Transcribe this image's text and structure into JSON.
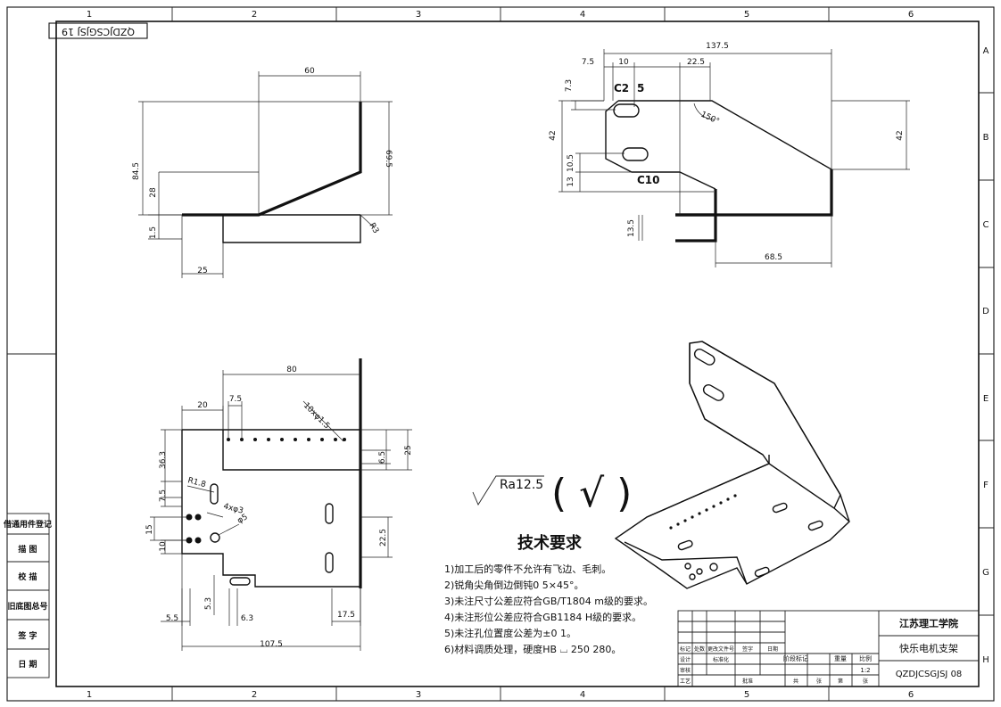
{
  "drawing_code_rotated": "QZDJCSGJSJ 19",
  "zone_columns": [
    "1",
    "2",
    "3",
    "4",
    "5",
    "6"
  ],
  "zone_rows": [
    "A",
    "B",
    "C",
    "D",
    "E",
    "F",
    "G",
    "H"
  ],
  "side_labels": [
    "借通用件登记",
    "描 图",
    "校 描",
    "旧底图总号",
    "签 字",
    "日 期"
  ],
  "front_view_dims": {
    "top_width": "60",
    "overall_height": "84.5",
    "right_height": "69.5",
    "slope_height": "28",
    "thickness": "1.5",
    "flange": "25",
    "radius": "R3"
  },
  "side_view_dims": {
    "overall": "137.5",
    "d7_5": "7.5",
    "d10": "10",
    "d22_5": "22.5",
    "d7_3": "7.3",
    "chamfer_c2": "C2",
    "slot_count": "5",
    "angle": "150°",
    "left_42": "42",
    "right_42": "42",
    "d10_5": "10.5",
    "d13": "13",
    "chamfer_c10": "C10",
    "d13_5": "13.5",
    "d68_5": "68.5"
  },
  "plan_view_dims": {
    "d80": "80",
    "d20": "20",
    "d7_5": "7.5",
    "holes": "10xφ1.5",
    "d36_3": "36.3",
    "d25": "25",
    "d6_5": "6.5",
    "r1_8": "R1.8",
    "hole_4": "4xφ3",
    "phi5": "φ5",
    "d7_5b": "7.5",
    "d15": "15",
    "d10": "10",
    "d22_5": "22.5",
    "d5_3": "5.3",
    "d5_5": "5.5",
    "d6_3": "6.3",
    "d17_5": "17.5",
    "d107_5": "107.5"
  },
  "surface_finish": "Ra12.5",
  "surface_check": "( √ )",
  "tech_title": "技术要求",
  "tech_items": [
    "1)加工后的零件不允许有飞边、毛刺。",
    "2)锐角尖角倒边倒钝0   5×45°。",
    "3)未注尺寸公差应符合GB/T1804 m级的要求。",
    "4)未注形位公差应符合GB1184 H级的要求。",
    "5)未注孔位置度公差为±0   1。",
    "6)材料调质处理，硬度HB ⌴ 250 280。"
  ],
  "title_block": {
    "school": "江苏理工学院",
    "part_name": "快乐电机支架",
    "drawing_code": "QZDJCSGJSJ 08",
    "ratio_label": "比例",
    "ratio_value": "1:2",
    "stage_label": "阶段标记",
    "weight_label": "重量",
    "row_labels": [
      "标记",
      "处数",
      "更改文件号",
      "签字",
      "日期"
    ],
    "signer_labels": [
      "设计",
      "审核",
      "工艺",
      "批准"
    ],
    "std_label": "标准化",
    "footer": [
      "共",
      "张",
      "第",
      "张"
    ]
  }
}
